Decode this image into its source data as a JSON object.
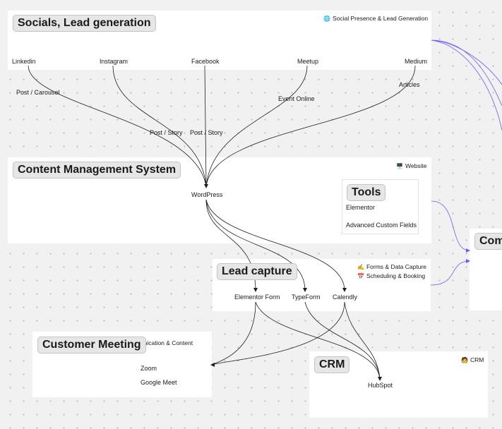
{
  "colors": {
    "link": "#1e1e1e",
    "cross_link": "#6b5cf6"
  },
  "socials": {
    "title": "Socials, Lead generation",
    "tag": "Social Presence & Lead Generation",
    "tag_icon": "globe-icon",
    "channels": [
      "Linkedin",
      "Instagram",
      "Facebook",
      "Meetup",
      "Medium"
    ],
    "formats": {
      "post_carousel": "Post / Carousel",
      "post_story_1": "Post / Story",
      "post_story_2": "Post / Story",
      "event_online": "Event Online",
      "articles": "Articles"
    }
  },
  "cms": {
    "title": "Content Management System",
    "tag": "Website",
    "tag_icon": "monitor-icon",
    "node": "WordPress",
    "tools": {
      "title": "Tools",
      "items": [
        "Elementor",
        "Advanced Custom Fields"
      ]
    }
  },
  "lead_capture": {
    "title": "Lead capture",
    "tags": [
      {
        "icon": "writing-hand-icon",
        "text": "Forms & Data Capture"
      },
      {
        "icon": "calendar-icon",
        "text": "Scheduling & Booking"
      }
    ],
    "nodes": [
      "Elementor Form",
      "TypeForm",
      "Calendly"
    ]
  },
  "customer_meeting": {
    "title": "Customer Meeting",
    "tag": "ommunication & Content",
    "nodes": [
      "Zoom",
      "Google Meet"
    ]
  },
  "crm": {
    "title": "CRM",
    "tag": "CRM",
    "tag_icon": "person-icon",
    "node": "HubSpot"
  },
  "communication": {
    "title": "Comm"
  }
}
